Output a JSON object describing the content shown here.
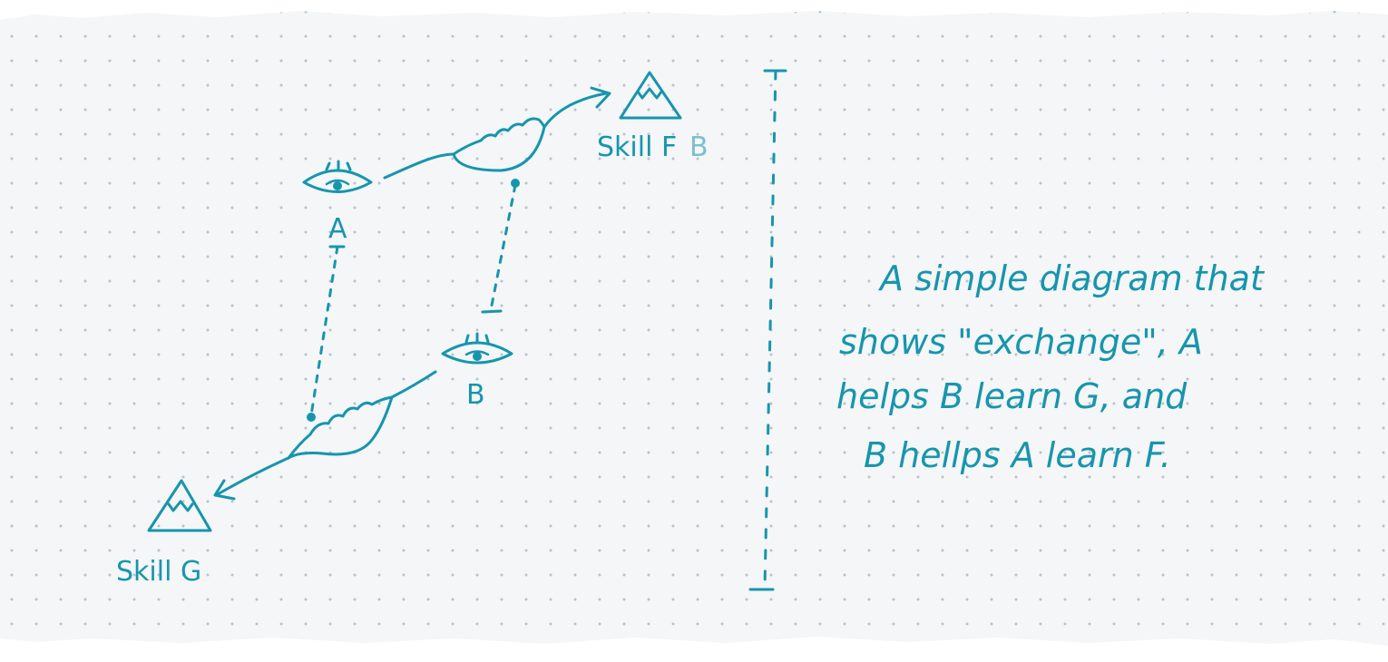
{
  "colors": {
    "ink": "#1795ad",
    "paper": "#f4f6f7",
    "dot": "#b9c3c9",
    "background": "#ffffff"
  },
  "nodes": {
    "person_a": {
      "label": "A",
      "icon": "eye-icon"
    },
    "person_b": {
      "label": "B",
      "icon": "eye-icon"
    },
    "skill_f": {
      "label": "Skill F",
      "struck_text": "B",
      "icon": "mountain-icon"
    },
    "skill_g": {
      "label": "Skill G",
      "icon": "mountain-icon"
    }
  },
  "note": {
    "lines": [
      "A simple diagram that",
      "shows \"exchange\", A",
      "helps B learn G, and",
      "B hellps A learn F."
    ]
  }
}
